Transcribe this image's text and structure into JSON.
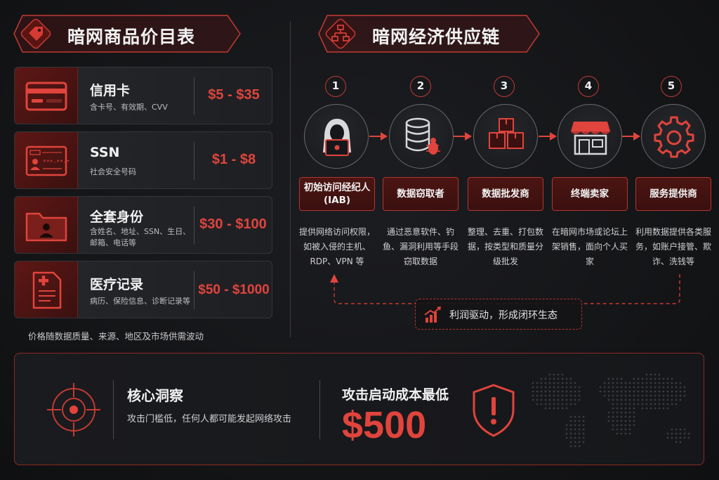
{
  "left_panel": {
    "title": "暗网商品价目表",
    "items": [
      {
        "name": "信用卡",
        "desc": "含卡号、有效期、CVV",
        "price": "$5 - $35",
        "icon": "credit-card-icon"
      },
      {
        "name": "SSN",
        "desc": "社会安全号码",
        "price": "$1 - $8",
        "icon": "id-card-icon"
      },
      {
        "name": "全套身份",
        "desc": "含姓名、地址、SSN、生日、邮箱、电话等",
        "price": "$30 - $100",
        "icon": "identity-folder-icon"
      },
      {
        "name": "医疗记录",
        "desc": "病历、保险信息、诊断记录等",
        "price": "$50 - $1000",
        "icon": "medical-record-icon"
      }
    ],
    "note": "价格随数据质量、来源、地区及市场供需波动"
  },
  "right_panel": {
    "title": "暗网经济供应链",
    "steps": [
      {
        "num": "1",
        "label": "初始访问经纪人\n(IAB)",
        "desc": "提供网络访问权限，如被入侵的主机、RDP、VPN 等",
        "icon": "hacker-icon"
      },
      {
        "num": "2",
        "label": "数据窃取者",
        "desc": "通过恶意软件、钓鱼、漏洞利用等手段窃取数据",
        "icon": "database-bug-icon"
      },
      {
        "num": "3",
        "label": "数据批发商",
        "desc": "整理、去重、打包数据，按类型和质量分级批发",
        "icon": "boxes-icon"
      },
      {
        "num": "4",
        "label": "终端卖家",
        "desc": "在暗网市场或论坛上架销售，面向个人买家",
        "icon": "storefront-icon"
      },
      {
        "num": "5",
        "label": "服务提供商",
        "desc": "利用数据提供各类服务，如账户接管、欺诈、洗钱等",
        "icon": "gear-icon"
      }
    ],
    "loop_text": "利润驱动，形成闭环生态"
  },
  "bottom": {
    "insight_title": "核心洞察",
    "insight_text": "攻击门槛低，任何人都可能发起网络攻击",
    "cost_label": "攻击启动成本最低",
    "cost_value": "$500"
  },
  "colors": {
    "accent": "#e0443c",
    "dark_red": "#4c1512",
    "background": "#131416"
  }
}
